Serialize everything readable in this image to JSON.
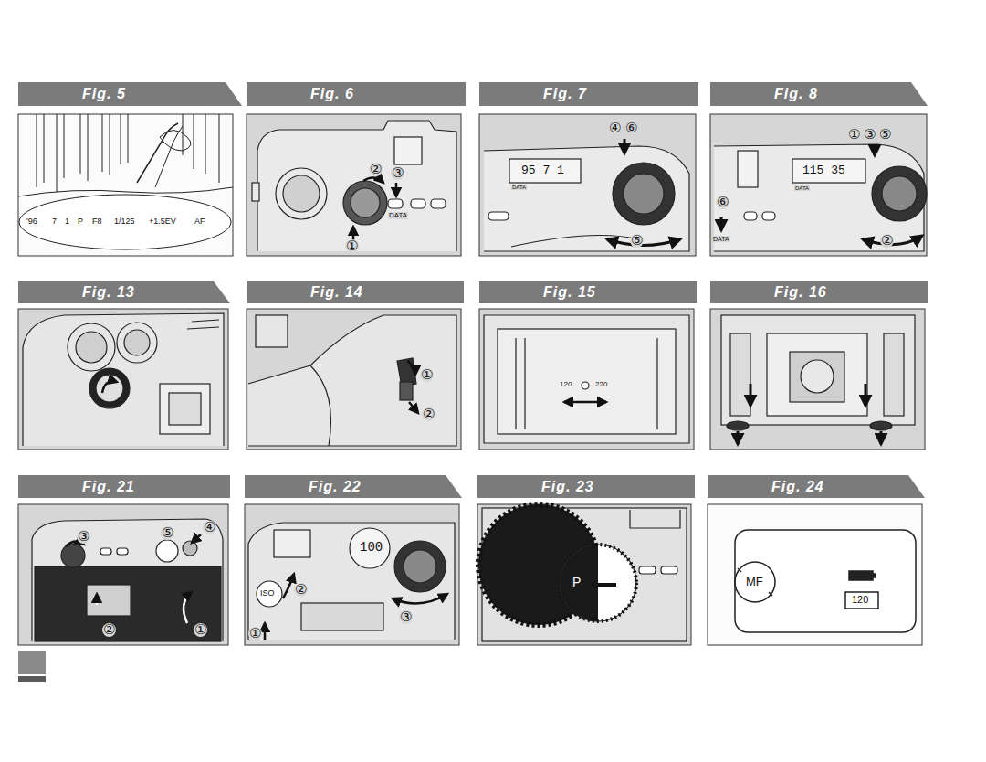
{
  "diagram": {
    "nodes": [
      {
        "text": [
          "Fig. 5"
        ]
      },
      {
        "text": [
          "Fig. 6"
        ]
      },
      {
        "text": [
          "Fig. 7"
        ]
      },
      {
        "text": [
          "Fig. 8"
        ]
      },
      {
        "text": [
          "Fig. 13"
        ]
      },
      {
        "text": [
          "Fig. 14"
        ]
      },
      {
        "text": [
          "Fig. 15"
        ]
      },
      {
        "text": [
          "Fig. 16"
        ]
      },
      {
        "text": [
          "Fig. 21"
        ]
      },
      {
        "text": [
          "Fig. 22"
        ]
      },
      {
        "text": [
          "Fig. 23"
        ]
      },
      {
        "text": [
          "Fig. 24"
        ]
      }
    ],
    "edges": [],
    "labels": [
      "'96",
      "7",
      "1",
      "P",
      "F8",
      "1/125",
      "+1.5EV",
      "AF",
      "②",
      "③",
      "①",
      "DATA",
      "④",
      "⑥",
      "95 7 1",
      "DATA",
      "⑤",
      "①",
      "③",
      "⑤",
      "115 35",
      "DATA",
      "⑥",
      "DATA",
      "②",
      "①",
      "②",
      "120",
      "220",
      "③",
      "⑤",
      "④",
      "②",
      "①",
      "ISO",
      "②",
      "100",
      "①",
      "③",
      "P",
      "MF",
      "120"
    ]
  }
}
